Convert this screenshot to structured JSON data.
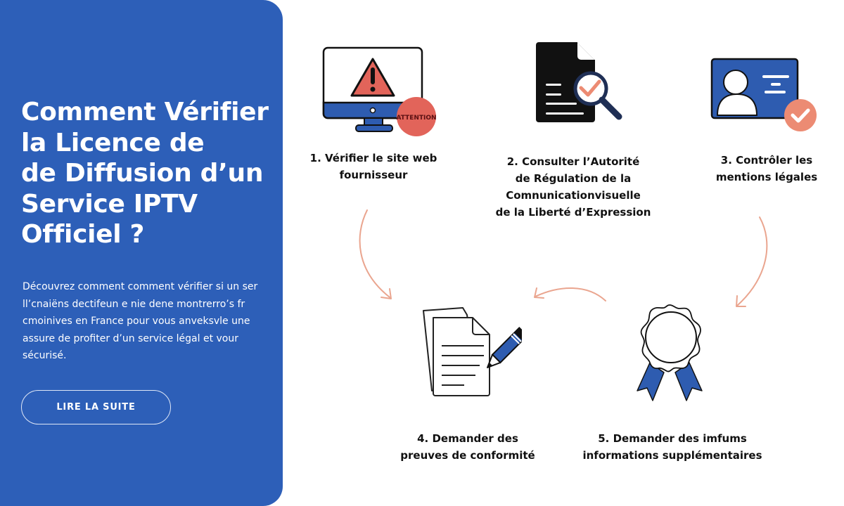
{
  "hero": {
    "title_lines": [
      "Comment Vérifier",
      "la Licence de",
      "de Diffusion d’un",
      "Service IPTV",
      "Officiel ?"
    ],
    "intro_lines": [
      "Découvrez comment comment vérifier si un ser",
      "ll’cnaiëns dectifeun e nie dene montrerro’s fr",
      "cmoinives en France pour vous anveksvle une",
      "assure de profiter d’un service légal et vour",
      "sécurisé."
    ],
    "cta_label": "LIRE LA SUITE"
  },
  "steps": [
    {
      "number": "1.",
      "icon": "monitor-warning-icon",
      "badge": "ATTENTION",
      "label_lines": [
        "1.  Vérifier le site web",
        "fournisseur"
      ]
    },
    {
      "number": "2.",
      "icon": "document-magnifier-check-icon",
      "label_lines": [
        "2. Consulter l’Autorité",
        "de Régulation de la",
        "Comnunicationvisuelle",
        "de la Liberté d’Expression"
      ]
    },
    {
      "number": "3.",
      "icon": "id-card-check-icon",
      "label_lines": [
        "3. Contrôler les",
        "mentions légales"
      ]
    },
    {
      "number": "4.",
      "icon": "documents-pencil-icon",
      "label_lines": [
        "4. Demander des",
        "preuves de conformité"
      ]
    },
    {
      "number": "5.",
      "icon": "award-ribbon-icon",
      "label_lines": [
        "5.  Demander des imfums",
        "informations supplémentaires"
      ]
    }
  ],
  "colors": {
    "panel_blue": "#2d5fb8",
    "icon_blue": "#2e5cb0",
    "coral": "#e2645a",
    "salmon_check": "#ec8b73",
    "arrow": "#eaa58f",
    "text_dark": "#111111"
  }
}
